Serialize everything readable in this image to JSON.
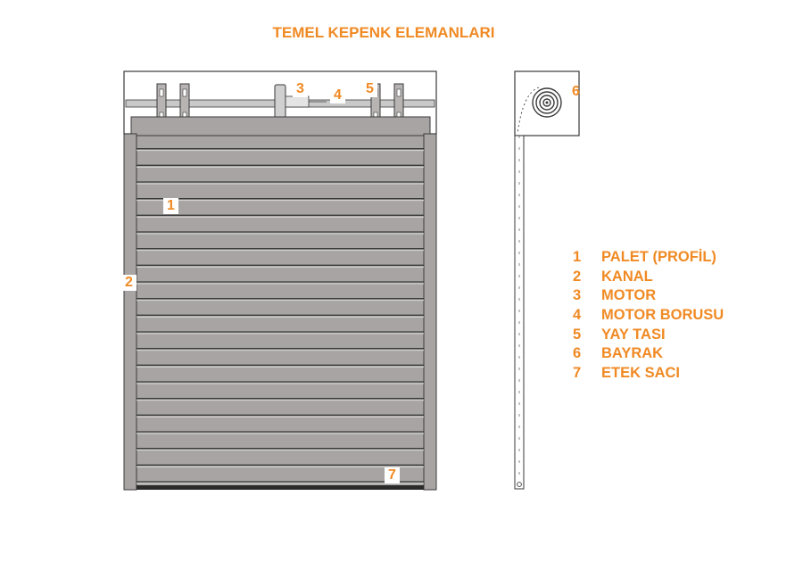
{
  "title": "TEMEL KEPENK ELEMANLARI",
  "colors": {
    "accent": "#f08a24",
    "frame": "#a8a4a4",
    "outline": "#3a3a3a",
    "shaft": "#c9c9c9"
  },
  "callouts": [
    {
      "id": "palet",
      "number": "1"
    },
    {
      "id": "kanal",
      "number": "2"
    },
    {
      "id": "motor",
      "number": "3"
    },
    {
      "id": "motor-borusu",
      "number": "4"
    },
    {
      "id": "yay-tasi",
      "number": "5"
    },
    {
      "id": "bayrak",
      "number": "6"
    },
    {
      "id": "etek-saci",
      "number": "7"
    }
  ],
  "legend": [
    {
      "number": "1",
      "label": "PALET (PROFİL)"
    },
    {
      "number": "2",
      "label": "KANAL"
    },
    {
      "number": "3",
      "label": "MOTOR"
    },
    {
      "number": "4",
      "label": "MOTOR BORUSU"
    },
    {
      "number": "5",
      "label": "YAY TASI"
    },
    {
      "number": "6",
      "label": "BAYRAK"
    },
    {
      "number": "7",
      "label": "ETEK SACI"
    }
  ],
  "slat_count": 21
}
